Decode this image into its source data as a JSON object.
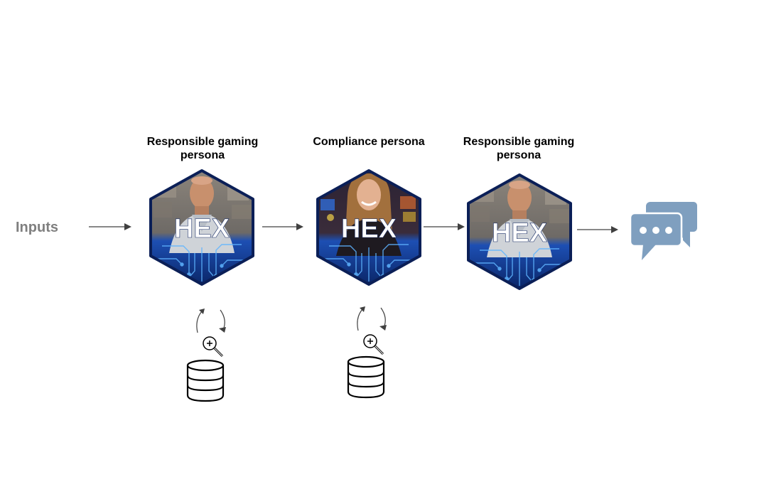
{
  "inputs_label": "Inputs",
  "personas": [
    {
      "title": "Responsible gaming persona",
      "badge": "HEX",
      "portrait": "man"
    },
    {
      "title": "Compliance persona",
      "badge": "HEX",
      "portrait": "woman"
    },
    {
      "title": "Responsible gaming persona",
      "badge": "HEX",
      "portrait": "man"
    }
  ],
  "colors": {
    "arrow": "#404040",
    "hex_blue": "#1c3f94",
    "hex_dark": "#0b1f57",
    "chat_icon": "#7f9fbf",
    "inputs_text": "#7f7f7f"
  },
  "icons": {
    "output": "chat-bubbles-icon",
    "database": "database-icon",
    "search": "magnifier-plus-icon",
    "refresh": "cycle-arrows-icon"
  }
}
